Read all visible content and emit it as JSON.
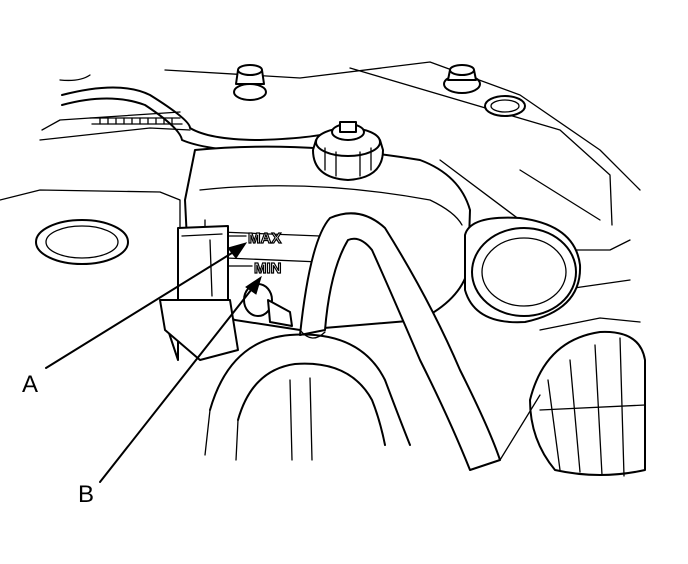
{
  "callouts": {
    "a": "A",
    "b": "B"
  },
  "markings": {
    "max": "MAX",
    "min": "MIN"
  }
}
